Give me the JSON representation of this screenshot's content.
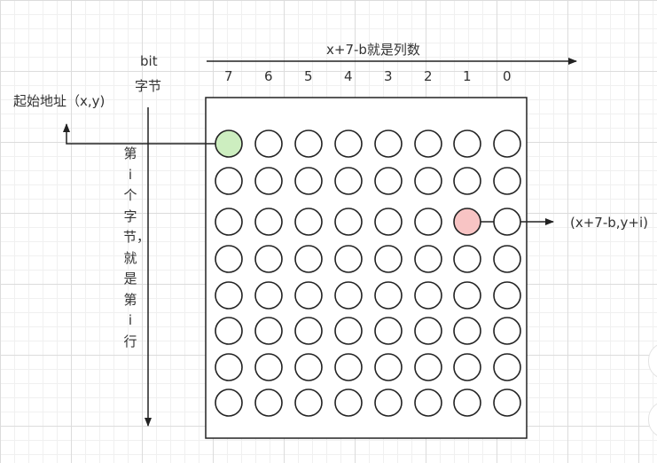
{
  "top_label": "x+7-b就是列数",
  "bit_label": "bit",
  "byte_label": "字节",
  "start_label": "起始地址（x,y)",
  "row_label": "第i个字节，就是第i行",
  "target_label": "(x+7-b,y+i)",
  "column_numbers": [
    "7",
    "6",
    "5",
    "4",
    "3",
    "2",
    "1",
    "0"
  ],
  "grid": {
    "rows": 8,
    "cols": 8
  },
  "highlights": {
    "start": {
      "row": 0,
      "col": 0,
      "color": "#cdeec0"
    },
    "target": {
      "row": 2,
      "col": 6,
      "color": "#f8c4c4"
    }
  },
  "colors": {
    "stroke": "#222222",
    "fill": "#ffffff"
  }
}
